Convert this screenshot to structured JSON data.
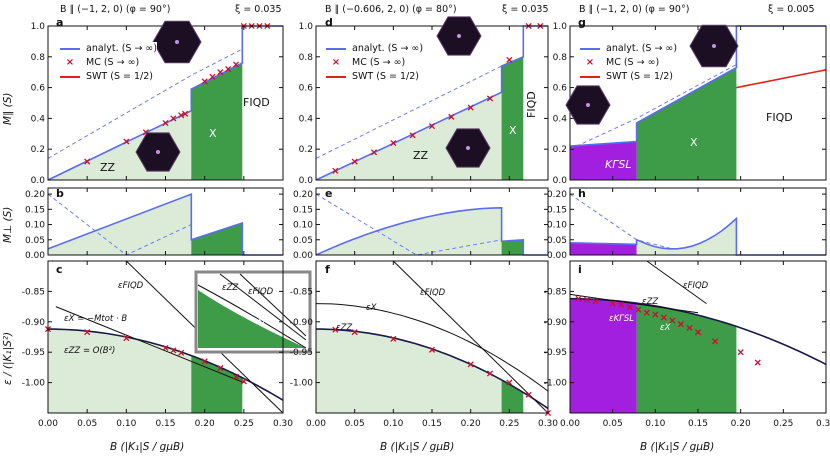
{
  "columns": [
    {
      "header": "B ∥ (−1, 2, 0)  (φ = 90°)",
      "xi": "ξ = 0.035",
      "labels": [
        "a",
        "b",
        "c"
      ]
    },
    {
      "header": "B ∥ (−0.606, 2, 0)  (φ = 80°)",
      "xi": "ξ = 0.035",
      "labels": [
        "d",
        "e",
        "f"
      ]
    },
    {
      "header": "B ∥ (−1, 2, 0)  (φ = 90°)",
      "xi": "ξ = 0.005",
      "labels": [
        "g",
        "h",
        "i"
      ]
    }
  ],
  "legend": {
    "analyt": "analyt. (S → ∞)",
    "mc": "MC (S → ∞)",
    "swt": "SWT (S = 1/2)"
  },
  "ylabels": {
    "top": "M∥ (S)",
    "mid": "M⊥ (S)",
    "bottom": "ε / (|K₁|S²)"
  },
  "xlabel": "B (|K₁|S / gμB)",
  "regions": {
    "zz": "ZZ",
    "x": "X",
    "fiqd": "FIQD",
    "kitsl": "KΓSL"
  },
  "annotations": {
    "eps_fiqd": "εFIQD",
    "eps_x_approx": "εX ≃ −Mtot · B",
    "eps_zz_approx": "εZZ = O(B²)",
    "eps_x": "εX",
    "eps_zz": "εZZ",
    "eps_kitsl": "εKΓSL"
  },
  "colors": {
    "analyt": "#5a6cf0",
    "mc": "#c8102e",
    "swt": "#e0201a",
    "zz_fill": "#dcebd8",
    "x_fill": "#3e9b48",
    "kitsl_fill": "#a21fe0",
    "dashed": "#6d7ff2"
  },
  "chart_data": [
    {
      "type": "line",
      "panel": "a",
      "xlim": [
        0,
        0.3
      ],
      "ylim": [
        0,
        1.0
      ],
      "ylabel": "M∥ (S)",
      "yticks": [
        0.0,
        0.2,
        0.4,
        0.6,
        0.8,
        1.0
      ],
      "series": [
        {
          "name": "analyt. (S → ∞)",
          "x": [
            0,
            0.183,
            0.183,
            0.248,
            0.248,
            0.3
          ],
          "y": [
            0,
            0.45,
            0.59,
            0.76,
            1.0,
            1.0
          ]
        },
        {
          "name": "MC (S → ∞)",
          "x": [
            0.05,
            0.1,
            0.125,
            0.15,
            0.16,
            0.17,
            0.175,
            0.2,
            0.21,
            0.22,
            0.23,
            0.24,
            0.25,
            0.26,
            0.27,
            0.28
          ],
          "y": [
            0.12,
            0.25,
            0.31,
            0.37,
            0.4,
            0.42,
            0.43,
            0.64,
            0.67,
            0.7,
            0.72,
            0.75,
            1.0,
            1.0,
            1.0,
            1.0
          ]
        }
      ]
    },
    {
      "type": "line",
      "panel": "b",
      "xlim": [
        0,
        0.3
      ],
      "ylim": [
        0,
        0.22
      ],
      "ylabel": "M⊥ (S)",
      "yticks": [
        0.0,
        0.05,
        0.1,
        0.15,
        0.2
      ],
      "series": [
        {
          "name": "analyt. (S → ∞)",
          "x": [
            0,
            0.183,
            0.183,
            0.248,
            0.248,
            0.3
          ],
          "y": [
            0.02,
            0.2,
            0.05,
            0.105,
            0,
            0
          ]
        }
      ]
    },
    {
      "type": "line",
      "panel": "c",
      "xlim": [
        0,
        0.3
      ],
      "ylim": [
        -1.05,
        -0.8
      ],
      "ylabel": "ε / (|K₁|S²)",
      "xticks": [
        0.0,
        0.05,
        0.1,
        0.15,
        0.2,
        0.25,
        0.3
      ],
      "yticks": [
        -0.85,
        -0.9,
        -0.95,
        -1.0
      ],
      "series": [
        {
          "name": "MC (S → ∞)",
          "x": [
            0,
            0.05,
            0.1,
            0.15,
            0.16,
            0.17,
            0.2,
            0.22,
            0.24,
            0.25
          ],
          "y": [
            -0.912,
            -0.917,
            -0.927,
            -0.943,
            -0.947,
            -0.951,
            -0.965,
            -0.976,
            -0.99,
            -0.998
          ]
        }
      ]
    },
    {
      "type": "line",
      "panel": "d",
      "xlim": [
        0,
        0.3
      ],
      "ylim": [
        0,
        1.0
      ],
      "series": [
        {
          "name": "analyt. (S → ∞)",
          "x": [
            0,
            0.24,
            0.24,
            0.268,
            0.268,
            0.3
          ],
          "y": [
            0,
            0.57,
            0.74,
            0.8,
            1.0,
            1.0
          ]
        },
        {
          "name": "MC (S → ∞)",
          "x": [
            0.025,
            0.05,
            0.075,
            0.1,
            0.125,
            0.15,
            0.175,
            0.2,
            0.225,
            0.25,
            0.275,
            0.29
          ],
          "y": [
            0.06,
            0.12,
            0.18,
            0.24,
            0.29,
            0.35,
            0.41,
            0.47,
            0.53,
            0.78,
            1.0,
            1.0
          ]
        }
      ]
    },
    {
      "type": "line",
      "panel": "e",
      "xlim": [
        0,
        0.3
      ],
      "ylim": [
        0,
        0.22
      ],
      "series": [
        {
          "name": "analyt. (S → ∞)",
          "x": [
            0,
            0.24,
            0.24,
            0.268,
            0.268
          ],
          "y": [
            0.0,
            0.155,
            0.045,
            0.05,
            0
          ]
        }
      ]
    },
    {
      "type": "line",
      "panel": "f",
      "xlim": [
        0,
        0.3
      ],
      "ylim": [
        -1.05,
        -0.8
      ],
      "series": [
        {
          "name": "MC (S → ∞)",
          "x": [
            0.025,
            0.05,
            0.1,
            0.15,
            0.2,
            0.225,
            0.25,
            0.275,
            0.3
          ],
          "y": [
            -0.913,
            -0.917,
            -0.928,
            -0.946,
            -0.97,
            -0.985,
            -1.0,
            -1.02,
            -1.05
          ]
        }
      ]
    },
    {
      "type": "line",
      "panel": "g",
      "xlim": [
        0,
        0.3
      ],
      "ylim": [
        0,
        1.0
      ],
      "series": [
        {
          "name": "analyt. (S → ∞)",
          "x": [
            0,
            0.078,
            0.078,
            0.195,
            0.195,
            0.3
          ],
          "y": [
            0.22,
            0.25,
            0.37,
            0.73,
            1.0,
            1.0
          ]
        },
        {
          "name": "SWT (S = 1/2)",
          "x": [
            0.195,
            0.3
          ],
          "y": [
            0.6,
            0.72
          ]
        }
      ]
    },
    {
      "type": "line",
      "panel": "h",
      "xlim": [
        0,
        0.3
      ],
      "ylim": [
        0,
        0.22
      ],
      "series": [
        {
          "name": "analyt. (S → ∞)",
          "x": [
            0,
            0.078,
            0.12,
            0.195,
            0.195
          ],
          "y": [
            0.04,
            0.035,
            0.02,
            0.12,
            0
          ]
        }
      ]
    },
    {
      "type": "line",
      "panel": "i",
      "xlim": [
        0,
        0.3
      ],
      "ylim": [
        -1.05,
        -0.8
      ],
      "series": [
        {
          "name": "MC (S → ∞)",
          "x": [
            0.01,
            0.02,
            0.03,
            0.05,
            0.06,
            0.07,
            0.08,
            0.09,
            0.1,
            0.11,
            0.12,
            0.13,
            0.14,
            0.15,
            0.17,
            0.2,
            0.22
          ],
          "y": [
            -0.862,
            -0.864,
            -0.866,
            -0.87,
            -0.872,
            -0.876,
            -0.88,
            -0.885,
            -0.888,
            -0.893,
            -0.898,
            -0.904,
            -0.91,
            -0.917,
            -0.932,
            -0.95,
            -0.967
          ]
        }
      ]
    }
  ]
}
